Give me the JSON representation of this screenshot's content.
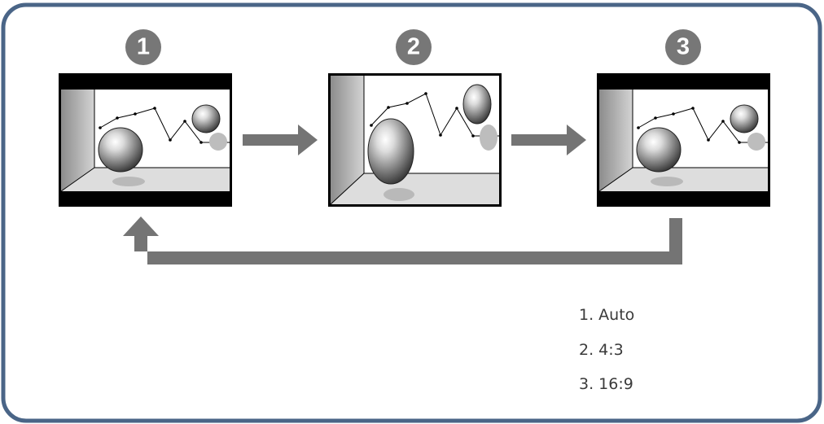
{
  "steps": [
    {
      "number": "1",
      "aspect": "wide"
    },
    {
      "number": "2",
      "aspect": "full"
    },
    {
      "number": "3",
      "aspect": "wide"
    }
  ],
  "legend": {
    "items": [
      "1. Auto",
      "2. 4:3",
      "3. 16:9"
    ]
  },
  "colors": {
    "frame_border": "#4a6587",
    "badge": "#777777",
    "arrow": "#747474",
    "letterbox": "#000000",
    "wall": "#a9a9a9",
    "floor": "#dddddd",
    "shadow": "#b9b9b9",
    "ghost_ball": "#bdbdbd"
  },
  "icons": [
    "arrow-right-icon",
    "arrow-return-icon"
  ]
}
